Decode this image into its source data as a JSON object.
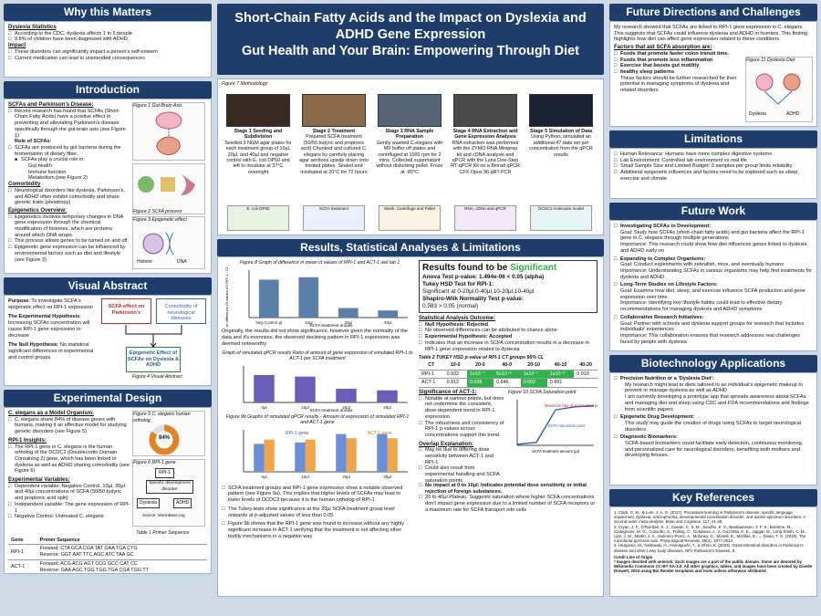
{
  "why": {
    "header": "Why this Matters",
    "dyslexia_stats_label": "Dyslexia Statistics",
    "stats": [
      "According to the CDC, dyslexia affects 1 in 5 people",
      "9.8% of children have been diagnosed with ADHD"
    ],
    "impact_label": "Impact",
    "impacts": [
      "These disorders can significantly impact a person's self-esteem",
      "Current medication can lead to unintended consequences"
    ]
  },
  "intro": {
    "header": "Introduction",
    "scfa_pd_label": "SCFAs and Parkinson's Disease:",
    "scfa_pd_text": "Recent research has found that SCFAs (Short-Chain Fatty Acids) have a positive effect in preventing and alleviating Parkinson's disease specifically through the gut-brain axis (see Figure 1)",
    "role_label": "Role of SCFAs:",
    "role_text": "SCFAs are produced by gut bacteria during the fermentation of dietary fiber.",
    "role_sub": "SCFAs play a crucial role in:",
    "roles": [
      "Gut health",
      "Immune function",
      "Metabolism (see Figure 2)"
    ],
    "comorbidity_label": "Comorbidity",
    "comorbidity_text": "Neurological disorders like dyslexia, Parkinson's, and ADHD often exhibit comorbidity and share genetic traits (pleiotropy)",
    "epi_label": "Epigenetics Overview:",
    "epi_items": [
      "Epigenetics involves temporary changes in DNA gene expression through the chemical modification of histones, which are proteins around which DNA wraps.",
      "This process allows genes to be turned on and off.",
      "Epigenetic gene expression can be influenced by environmental factors such as diet and lifestyle (see Figure 3)"
    ],
    "fig1_cap": "Figure 1 Gut-Brain Axis",
    "fig2_cap": "Figure 2 SCFA process",
    "fig3_cap": "Figure 3 Epigenetic effect",
    "fig3_labels": [
      "Histone",
      "DNA"
    ]
  },
  "visual": {
    "header": "Visual Abstract",
    "purpose_label": "Purpose",
    "purpose_text": ": To investigate SCFA's epigenetic effect on RPI-1 expression",
    "exp_label": "The Experimental Hypothesis",
    "exp_text": ": Increasing SCFAs concentration will cause RPI-1 gene expression to decrease",
    "null_label": "The Null Hypothesis",
    "null_text": ": No statistical significant differences in experimental and control groups",
    "node1": "SCFA effect on Parkinson's",
    "node2": "Comorbidity of neurological diseases",
    "node3": "Epigenetic Effect of SCFAs on Dyslexia & ADHD",
    "fig4_cap": "Figure 4 Visual Abstract"
  },
  "design": {
    "header": "Experimental Design",
    "model_label": "C. elegans as a Model Organism:",
    "model_text": "C. elegans share 84% of disease genes with humans, making it an effective model for studying genetic disorders (see Figure 5)",
    "rpi_label": "RPI-1 Insights:",
    "rpi_text": "The RPI-1 gene in C. elegans is the human ortholog of the DCDC2 (Doublecortin Domain Containing 2) gene, which has been linked to dyslexia as well as ADHD sharing comorbidity (see Figure 6)",
    "vars_label": "Experimental Variables:",
    "vars": [
      "Dependent variable: Negative Control, 10µl, 20µl and 40µl concentrations of SCFA (50/50 butyric and propionic acid split)",
      "Independent variable: The gene expression of RPI-1",
      "Negative Control: Untreated C. elegans"
    ],
    "fig5_cap": "Figure 5 C. elegans human ortholog",
    "fig5_pct": "84%",
    "fig6_cap": "Figure 6 RPI-1 gene",
    "fig6_nodes": [
      "RPI-1",
      "Specific development disorder",
      "Dyslexia",
      "ADHD",
      "Source: WormBase.org"
    ],
    "table_cap": "Table 1 Primer Sequence",
    "table_head": [
      "Gene",
      "Primer Sequence"
    ],
    "rows": [
      {
        "gene": "RPI-1",
        "f": "Forward: CTA GCA CGA TAT GAA TGA CTG",
        "r": "Reverse: GGT AAT TTC AGC ATC TAA GC"
      },
      {
        "gene": "ACT-1",
        "f": "Forward: ACG ACG AGT CCG GCC CAT CC",
        "r": "Reverse: GAA AGC TGG TGG TGA CGA TGG TT"
      }
    ]
  },
  "title": {
    "line1": "Short-Chain Fatty Acids and the Impact on Dyslexia and ADHD Gene Expression",
    "line2": "Gut Health and Your Brain: Empowering Through Diet"
  },
  "method": {
    "fig7_cap": "Figure 7 Methodology",
    "stages": [
      {
        "title": "Stage 1 Seeding and Subdivision",
        "text": "Seeded 3 NGM agar plates for each treatment group of 10µl, 20µl, and 40µl and negative control with E. coli OP50 and left to incubate at 37°C overnight",
        "thumb": "E. coli OP50"
      },
      {
        "title": "Stage 2 Treatment",
        "text": "Prepared SCFA treatment (50/50 butyric and propionic acid) Chunked and cultured C. elegans by carefully placing agar sections upside down onto treated plates. Sealed and incubated at 20°C for 72 hours",
        "thumb": "SCFA treatment"
      },
      {
        "title": "Stage 3 RNA Sample Preparation",
        "text": "Gently washed C.elegans with M9 buffer off plates and centrifuged at 1000 rpm for 2 mins. Collected supernatant without disturbing pellet. Froze at -80°C",
        "thumb": "Wash, Centrifuge and Pellet"
      },
      {
        "title": "Stage 4 RNA Extraction and Gene Expression Analysis",
        "text": "RNA extraction was performed with the ZYMO RNA Miniprep kit and cDNA analysis and qPCR with the Luna One-Step RT-qPCR Kit on a Biorad qPCR CFX Opus 96 qRT-PCR",
        "thumb": "RNA, cDNA and qPCR"
      },
      {
        "title": "Stage 5 Simulation of Data",
        "text": "Using Python, simulated an additional 47 data set per concentration from the qPCR results",
        "thumb": "DCDC2 molecular model"
      }
    ]
  },
  "results": {
    "header": "Results, Statistical Analyses & Limitations",
    "fig8_cap": "Figure 8 Graph of difference in mean ct values of RPI-1 and ACT-1 wet lab 1",
    "fig8_xlabel": "SCFA treatment groups",
    "fig8_ylabel": "Mean difference Ct values (Ct RPI-1 - Ct ACT-1)",
    "fig8_cats": [
      "Neg Control µl",
      "10µl",
      "20µl",
      "40µl"
    ],
    "para1": "Originally, the results did not show significance, however given the normality of the data and it's evenness, the observed declining pattern in RPI-1 expression was deemed noteworthy",
    "fig9a_cap": "Graph of simulated qPCR results Ratio of amount of gene expression of simulated RPI-1 to ACT-1 per SCFA treatment",
    "fig9a_xlabel": "SCFA treatment groups",
    "fig9b_cap": "Figure 9b Graphs of simulated qPCR results - Amount of expression of simulated RPI-1 and ACT-1 gene",
    "fig9b_labels": [
      "RPI-1 gene",
      "ACT-1 gene"
    ],
    "bullet1": "SCFA treatment groups and RPI-1 gene expression show a notable observed pattern (see Figure 9a). This implies that higher levels of SCFAs may lead to lower levels of DCDC2 because it is the human ortholog of RPI-1",
    "bullet2": "The Tukey tests show significance at the 20µl SCFA treatment group level onwards at p-adjusted values of less than 0.05",
    "bullet3": "Figure 9b shows that the RPI-1 gene was found to increase without any highly significant increase in ACT-1 verifying that the treatment is not affecting other bodily mechanisms in a negative way",
    "sig_title_a": "Results found to be ",
    "sig_title_b": "Significant",
    "anova": "Anova Test p-value: 1.494e-06 < 0.05 (alpha)",
    "tukey": "Tukey HSD Test for RPI-1:",
    "tukey_line": "Significant at 0-20µl,0-40µl,10-20µl,10-40µl",
    "shapiro": "Shapiro-Wilk Normality Test p-value:",
    "shapiro_line": "0.583 > 0.05 (normal)",
    "outcome_label": "Statistical Analysis Outcome:",
    "outcomes": [
      "Null Hypothesis: Rejected",
      "No observed differences can be attributed to chance alone",
      "Experimental Hypothesis: Accepted",
      "Indicates that an increase in SCFA concentration results in a decrease in RPI-1 gene expression related to dyslexia"
    ],
    "table2_cap": "Table 2 TUKEY HSD p-value of RPI-1 CT groups 95% CL",
    "table2_head": [
      "CT",
      "10-0",
      "20-0",
      "40-0",
      "20-10",
      "40-10",
      "40-20"
    ],
    "table2_rows": [
      [
        "RPI-1",
        "0.932",
        "1x10⁻⁷",
        "5x10⁻⁸",
        "1x10⁻⁷",
        "1x10⁻⁸",
        "0.919"
      ],
      [
        "ACT-1",
        "0.812",
        "0.038",
        "0.646",
        "0.002",
        "0.991",
        ""
      ]
    ],
    "sig_act_label": "Significance of ACT-1:",
    "sig_act": [
      "Notable at various points, but does not undermine the consistent, dose-dependent trend in RPI-1 expression",
      "The robustness and consistency of RPI-1 p-values across concentrations support this trend"
    ],
    "fig10_cap": "Figure 10 SCFA Saturation point",
    "fig10_note1": "Maximum rate of SCFA absorption",
    "fig10_note2": "SCFA saturation point",
    "fig10_xlabel": "SCFA treatment amount (µl)",
    "overlap_label": "Overlap Explanation:",
    "overlap": [
      "May be due to differing dose sensitivity between ACT-1 and RPI-1",
      "Could also result from experimental handling and SCFA saturation points",
      "No impact at 0 to 10µl: Indicates potential dose sensitivity or initial rejection of foreign substances.",
      "20 to 40µl Plateau: Suggests saturation where higher SCFA concentrations don't impact gene expression due to a limited number of SCFA receptors or a maximum rate for SCFA transport into cells"
    ]
  },
  "future_dir": {
    "header": "Future Directions and Challenges",
    "text": "My research showed that SCFAs are linked to RPI-1 gene expression in C. elegans. This suggests that SCFAs could influence dyslexia and ADHD in humans. This finding highlights how diet can affect gene expression related to these conditions.",
    "factors_label": "Factors that aid SCFA absorption are:",
    "factors": [
      "Foods that promote faster colon transit time.",
      "Foods that promote less inflammation",
      "Exercise that boosts gut motility",
      "healthy sleep patterns"
    ],
    "factors_note": "These factors should be further researched for their potential in managing symptoms of dyslexia and related disorders",
    "fig11_cap": "Figure 11 Dyslexia Diet",
    "fig11_labels": [
      "Dyslexia",
      "ADHD"
    ]
  },
  "limits": {
    "header": "Limitations",
    "items": [
      "Human Relevance: Humans have more complex digestive systems",
      "Lab Environment: Controlled lab environment vs real life",
      "Small Sample Size and Limited Budget: 3 samples per group limits reliability",
      "Additional epigenetic influences and factors need to be explored such as sleep, exercise and climate"
    ]
  },
  "future_work": {
    "header": "Future Work",
    "items": [
      {
        "title": "Investigating SCFAs in Development:",
        "goal": "Goal: Study how SCFAs (short-chain fatty acids) and gut bacteria affect the RPI-1 gene in C. elegans through multiple generations",
        "imp": "Importance: This research could show how diet influences genes linked to dyslexia and ADHD early on"
      },
      {
        "title": "Expanding to Complex Organisms:",
        "goal": "Goal: Conduct experiments with zebrafish, mice, and eventually humans",
        "imp": "Importance: Understanding SCFAs in various organisms may help find treatments for dyslexia and ADHD"
      },
      {
        "title": "Long-Term Studies on Lifestyle Factors:",
        "goal": "Goal: Examine how diet, sleep, and exercise influence SCFA production and gene expression over time.",
        "imp": "Importance: Identifying key lifestyle habits could lead to effective dietary recommendations for managing dyslexia and ADHD symptoms"
      },
      {
        "title": "Collaborative Research Initiatives:",
        "goal": "Goal: Partner with schools and dyslexia support groups for research that includes individuals' experiences",
        "imp": "Importance: This collaboration ensures that research addresses real challenges faced by people with dyslexia"
      }
    ]
  },
  "biotech": {
    "header": "Biotechnology Applications",
    "items": [
      {
        "title": "Precision Nutrition or a 'Dyslexia Diet':",
        "subs": [
          "My research might lead to diets tailored to an individual's epigenetic makeup to prevent or manage dyslexia as well as ADHD",
          "I am currently developing a prototype app that spreads awareness about SCFAs and managing diet and sleep using CDC and FDA recommendations and findings from scientific papers"
        ]
      },
      {
        "title": "Epigenetic Drug Development:",
        "subs": [
          "This study may guide the creation of drugs using SCFAs to target neurological disorders"
        ]
      },
      {
        "title": "Diagnostic Biomarkers:",
        "subs": [
          "SCFA-based biomarkers could facilitate early detection, continuous monitoring, and personalized care for neurological disorders, benefiting both mothers and developing fetuses."
        ]
      }
    ]
  },
  "refs": {
    "header": "Key References",
    "items": [
      "1. Clark, G. M., & Lum, J. A. G. (2017). Procedural learning in Parkinson's disease, specific language impairment, dyslexia, schizophrenia, developmental coordination disorder, and autism spectrum disorders: A second-order meta-analysis. Brain and Cognition, 117, 41-48.",
      "2. Cryan, J. F., O'Riordan, K. J., Cowan, C. S. M., Sandhu, K. V., Bastiaanssen, T. F. S., Boehme, M., Codagnone, M. G., Cussotto, S., Fulling, C., Golubeva, A. V., Guzzetta, K. E., Jaggar, M., Long-Smith, C. M., Lyte, J. M., Martin, J. A., Molinero-Perez, A., Moloney, G., Morelli, E., Morillas, E., ... Dinan, T. G. (2019). The microbiota-gut-brain axis. Physiological Reviews, 99(4), 1877-2013.",
      "3. Hirayama, M., Nishiwaki, H., Hamaguchi, T., & Ohno, K. (2023). Gastrointestinal disorders in Parkinson's disease and other Lewy body diseases. NPJ Parkinson's Disease, 9."
    ],
    "credit_label": "Credit Line of Origin",
    "credit": "* Images denoted with asterisk: Such images are a part of the public domain. Some are denoted by Wikimedia Commons CC-BY-SA-3.0. All other graphics, tables, and images have been created by Giselle Drewett, 2024 using Bio Render templates and tools unless otherwise attributed."
  },
  "chart_data": [
    {
      "type": "bar",
      "title": "Figure 8",
      "categories": [
        "Neg Control µl",
        "10µl",
        "20µl",
        "40µl"
      ],
      "values": [
        1.6,
        1.7,
        0.4,
        0.3
      ],
      "ylim": [
        0,
        2
      ]
    },
    {
      "type": "bar",
      "title": "Figure 9a",
      "categories": [
        "0µl",
        "10µl",
        "20µl",
        "40µl"
      ],
      "values": [
        0.9,
        0.85,
        0.45,
        0.4
      ],
      "ylim": [
        0,
        1.2
      ]
    },
    {
      "type": "bar",
      "title": "Figure 9b",
      "categories": [
        "0µl",
        "10µl",
        "20µl",
        "40µl"
      ],
      "series": [
        {
          "name": "RPI-1 gene",
          "values": [
            20,
            21,
            27,
            27
          ]
        },
        {
          "name": "ACT-1 gene",
          "values": [
            23,
            23,
            24,
            24
          ]
        }
      ],
      "ylim": [
        0,
        30
      ]
    },
    {
      "type": "line",
      "title": "Figure 10",
      "x": [
        0,
        10,
        20,
        30,
        40
      ],
      "values": [
        0.1,
        0.3,
        3.5,
        3.8,
        3.9
      ],
      "ylim": [
        0,
        4.5
      ]
    }
  ]
}
